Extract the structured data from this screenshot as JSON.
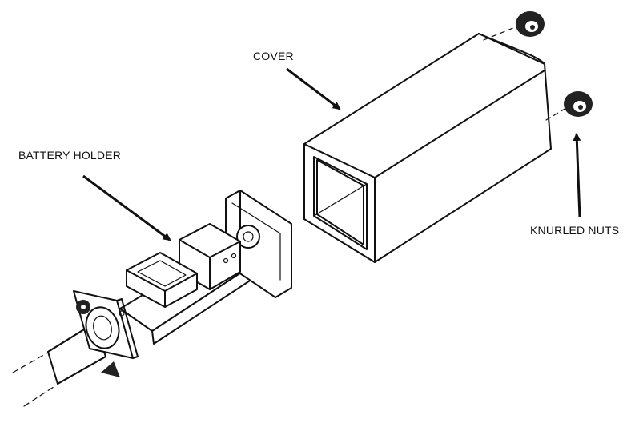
{
  "labels": {
    "cover": "COVER",
    "battery_holder": "BATTERY HOLDER",
    "knurled_nuts": "KNURLED NUTS"
  }
}
